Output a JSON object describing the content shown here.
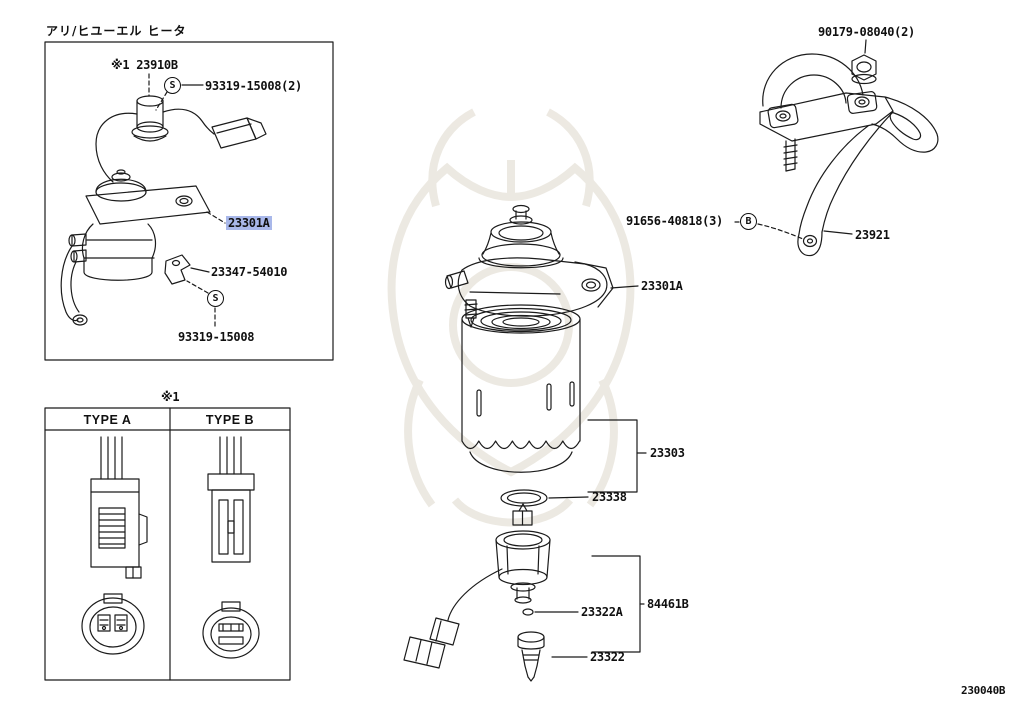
{
  "page": {
    "title_jp": "アリ/ヒユーエル ヒータ",
    "diagram_code": "230040B"
  },
  "symbols": {
    "s": "S",
    "b": "B"
  },
  "inset": {
    "note": "※1",
    "part_heater": "23910B",
    "screw_top": "93319-15008(2)",
    "part_pump_label": "23301A",
    "part_clip": "23347-54010",
    "screw_bottom": "93319-15008"
  },
  "type_table": {
    "note": "※1",
    "col_a": "TYPE A",
    "col_b": "TYPE B"
  },
  "assembly": {
    "part_pump": "23301A",
    "part_filter_element": "23303",
    "part_oring": "23338",
    "part_sensor_oring": "23322A",
    "part_case": "84461B",
    "part_sensor": "23322"
  },
  "bracket": {
    "part_nut": "90179-08040(2)",
    "part_bolt": "91656-40818(3)",
    "part_bracket": "23921"
  },
  "colors": {
    "highlight": "#a9b8ea",
    "line": "#1b1b1b",
    "watermark": "#ebe7df"
  }
}
